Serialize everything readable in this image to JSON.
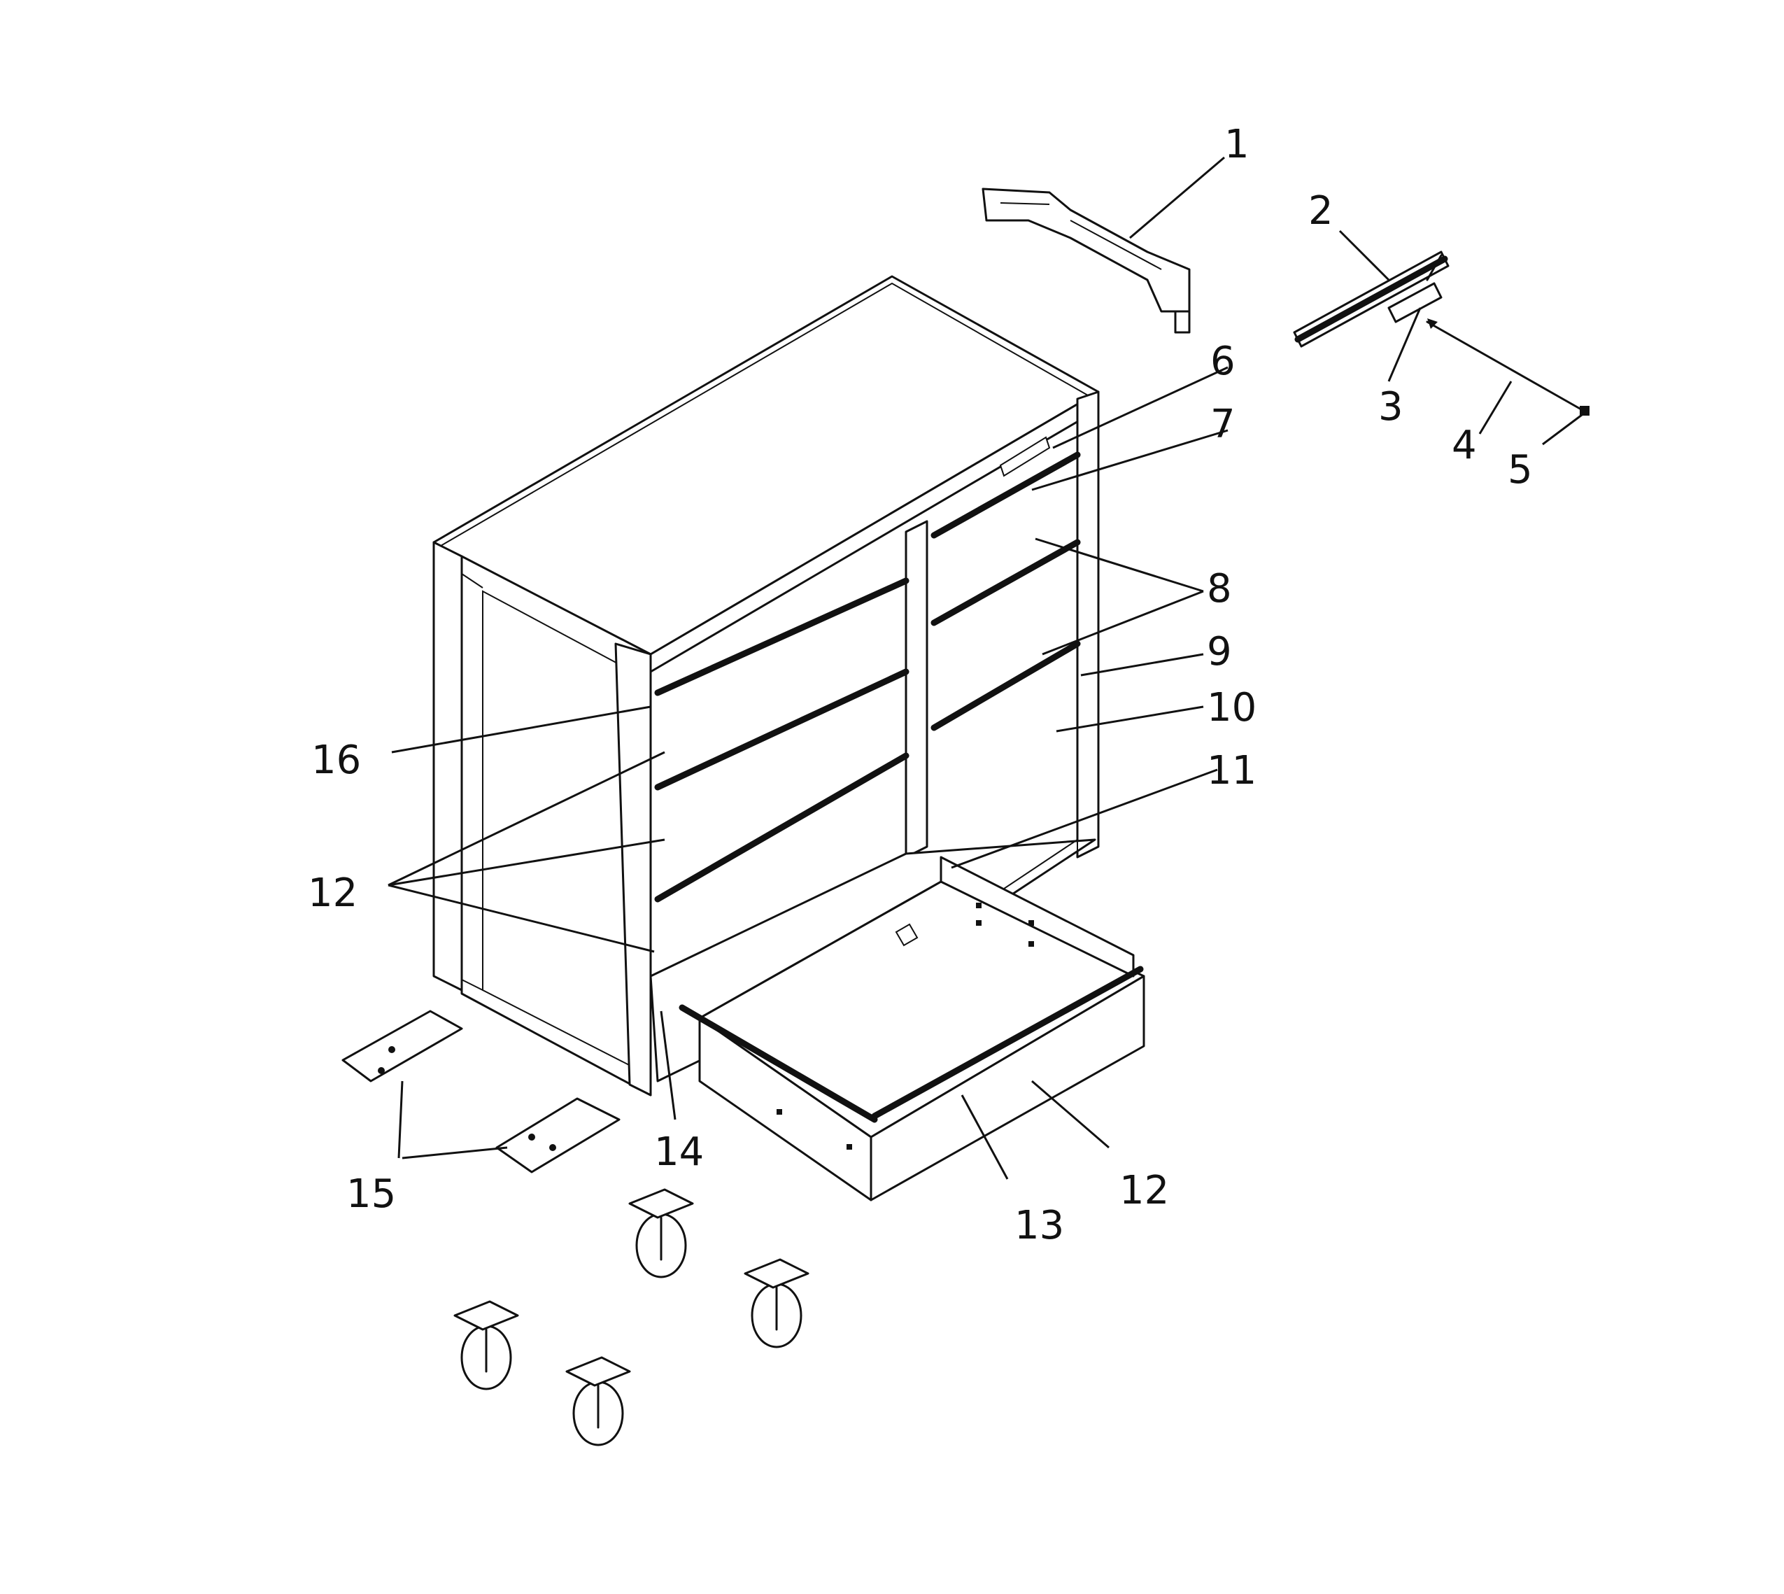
{
  "callouts": {
    "c1": "1",
    "c2": "2",
    "c3": "3",
    "c4": "4",
    "c5": "5",
    "c6": "6",
    "c7": "7",
    "c8": "8",
    "c9": "9",
    "c10": "10",
    "c11": "11",
    "c12a": "12",
    "c12b": "12",
    "c13": "13",
    "c14": "14",
    "c15": "15",
    "c16": "16"
  },
  "parts": [
    {
      "name": "top-bracket",
      "icon": "bracket-icon"
    },
    {
      "name": "drawer-slide",
      "icon": "slide-icon"
    },
    {
      "name": "lock-rod",
      "icon": "rod-icon"
    },
    {
      "name": "cabinet-body",
      "icon": "cabinet-icon"
    },
    {
      "name": "drawer",
      "icon": "drawer-icon"
    },
    {
      "name": "caster",
      "icon": "caster-icon"
    }
  ],
  "colors": {
    "line": "#111111",
    "background": "#ffffff"
  }
}
